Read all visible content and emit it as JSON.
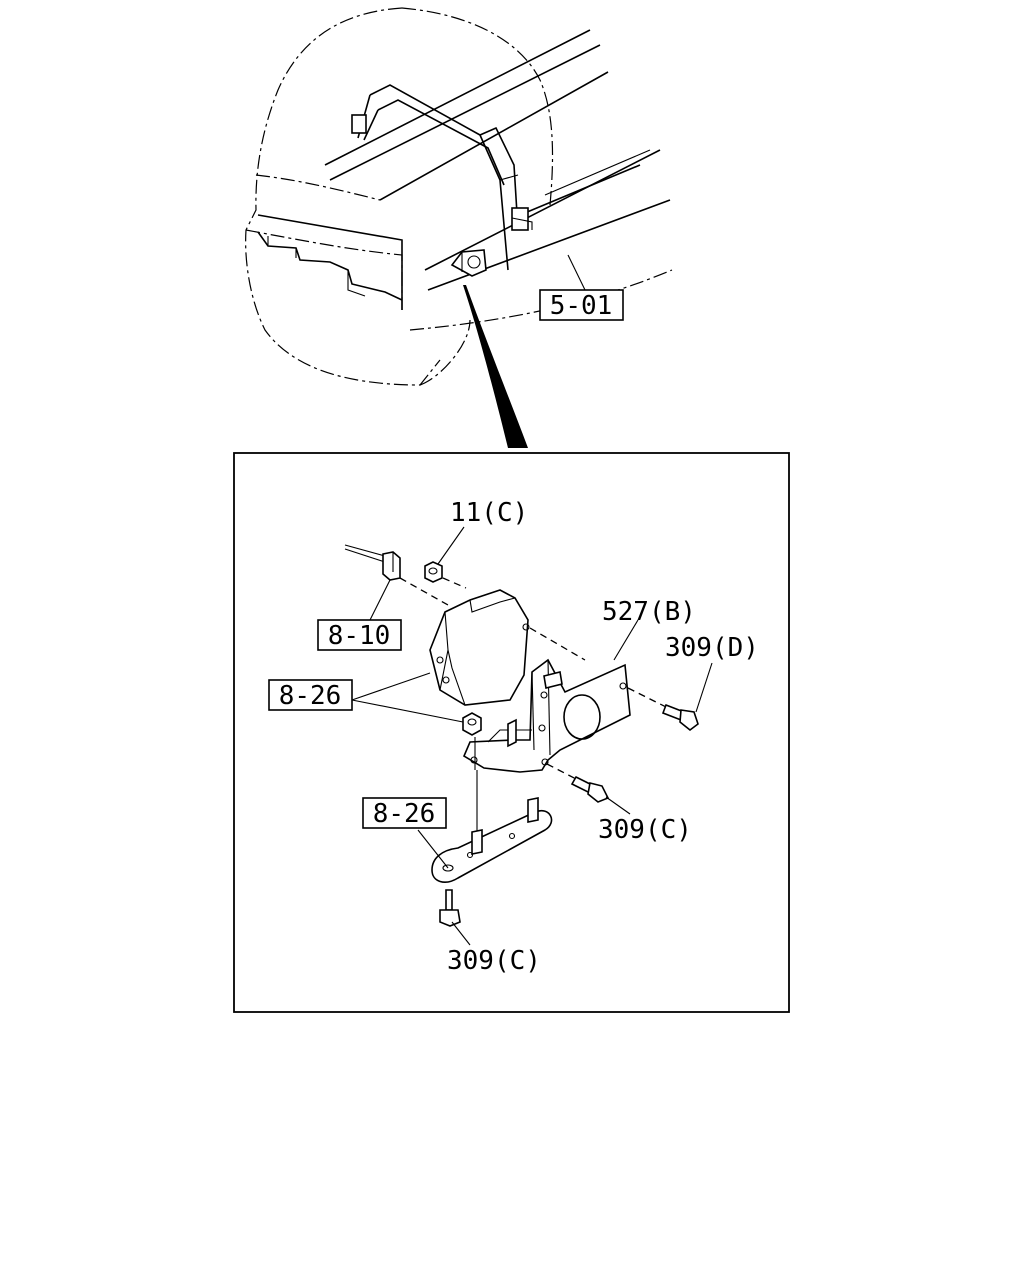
{
  "labels": {
    "ref_5_01": "5-01",
    "ref_8_10": "8-10",
    "ref_8_26_upper": "8-26",
    "ref_8_26_lower": "8-26",
    "part_11c": "11(C)",
    "part_527b": "527(B)",
    "part_309d": "309(D)",
    "part_309c_right": "309(C)",
    "part_309c_bottom": "309(C)"
  }
}
